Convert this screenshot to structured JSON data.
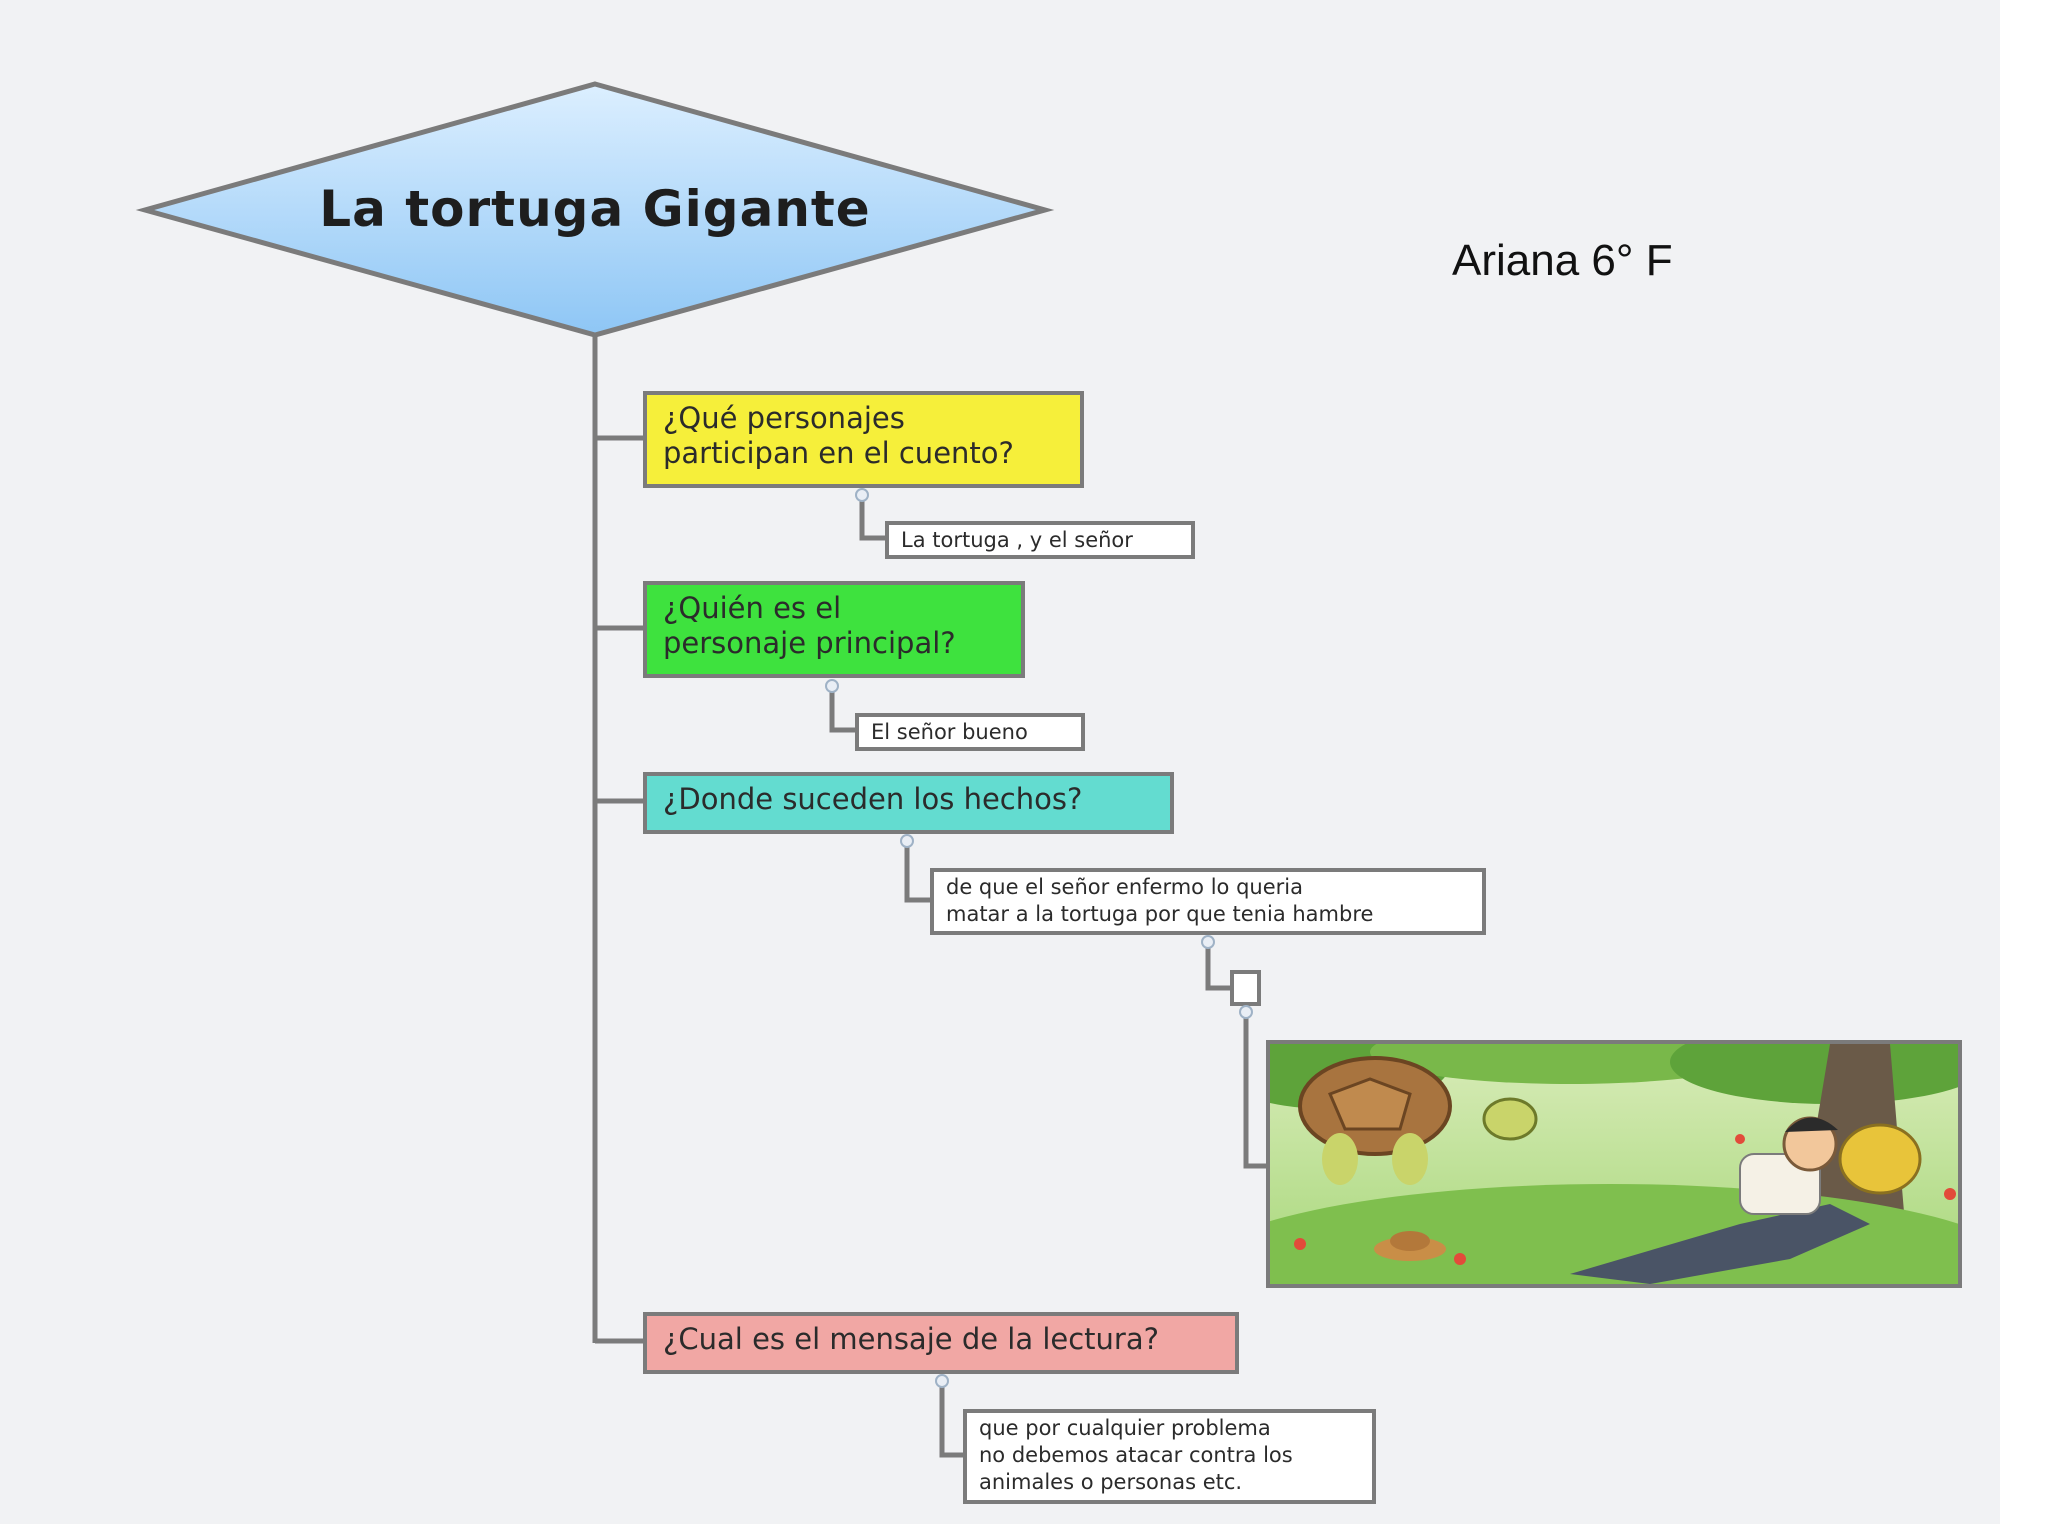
{
  "title": "La tortuga Gigante",
  "author": "Ariana 6° F",
  "colors": {
    "title_fill_top": "#dcefff",
    "title_fill_bottom": "#8ec6f5",
    "q1_fill": "#f6ef3a",
    "q2_fill": "#3ee23e",
    "q3_fill": "#63dcd0",
    "q4_fill": "#f1a7a4",
    "connector": "#7b7b7b"
  },
  "branches": [
    {
      "question": "¿Qué  personajes\nparticipan en el cuento?",
      "answer": "La tortuga , y el señor"
    },
    {
      "question": "¿Quién  es el\npersonaje principal?",
      "answer": "El señor bueno"
    },
    {
      "question": "¿Donde suceden  los hechos?",
      "answer": "de que el señor enfermo lo queria\nmatar a la tortuga por que tenia hambre"
    },
    {
      "question": "¿Cual es el mensaje de la lectura?",
      "answer": "que por cualquier problema\nno debemos atacar contra los\nanimales o personas etc."
    }
  ],
  "illustration": {
    "subject": "turtle-and-man-illustration"
  }
}
